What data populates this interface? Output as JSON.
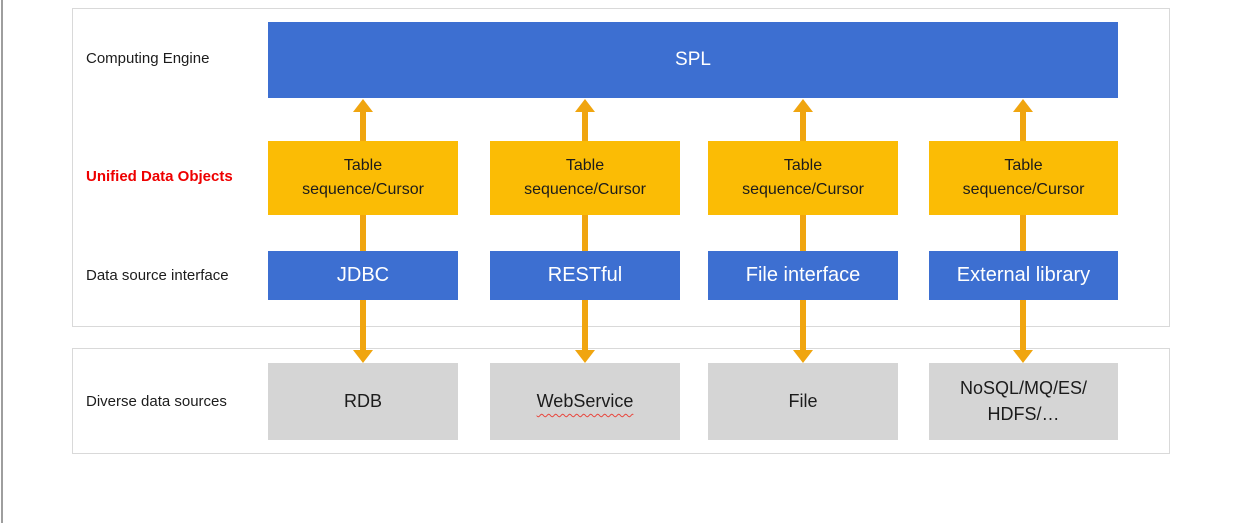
{
  "diagram": {
    "row_labels": {
      "computing_engine": "Computing Engine",
      "unified_data_objects": "Unified Data Objects",
      "data_source_interface": "Data source interface",
      "diverse_data_sources": "Diverse data sources"
    },
    "engine": {
      "name": "SPL"
    },
    "columns": [
      {
        "unified_object": "Table sequence/Cursor",
        "interface": "JDBC",
        "source_lines": [
          "RDB"
        ]
      },
      {
        "unified_object": "Table sequence/Cursor",
        "interface": "RESTful",
        "source_lines": [
          "WebService"
        ],
        "misspelled": true
      },
      {
        "unified_object": "Table sequence/Cursor",
        "interface": "File interface",
        "source_lines": [
          "File"
        ]
      },
      {
        "unified_object": "Table sequence/Cursor",
        "interface": "External library",
        "source_lines": [
          "NoSQL/MQ/ES/",
          "HDFS/…"
        ]
      }
    ],
    "colors": {
      "engine_box": "#3d6fd1",
      "interface_box": "#3d6fd1",
      "unified_object_box": "#fbbc05",
      "source_box": "#d5d5d5",
      "arrow": "#f0a50f",
      "highlight_label": "#ee0000",
      "panel_border": "#d9d9d9",
      "text_dark": "#1c1c1c",
      "text_light": "#ffffff",
      "squiggle": "#e8453c"
    }
  }
}
